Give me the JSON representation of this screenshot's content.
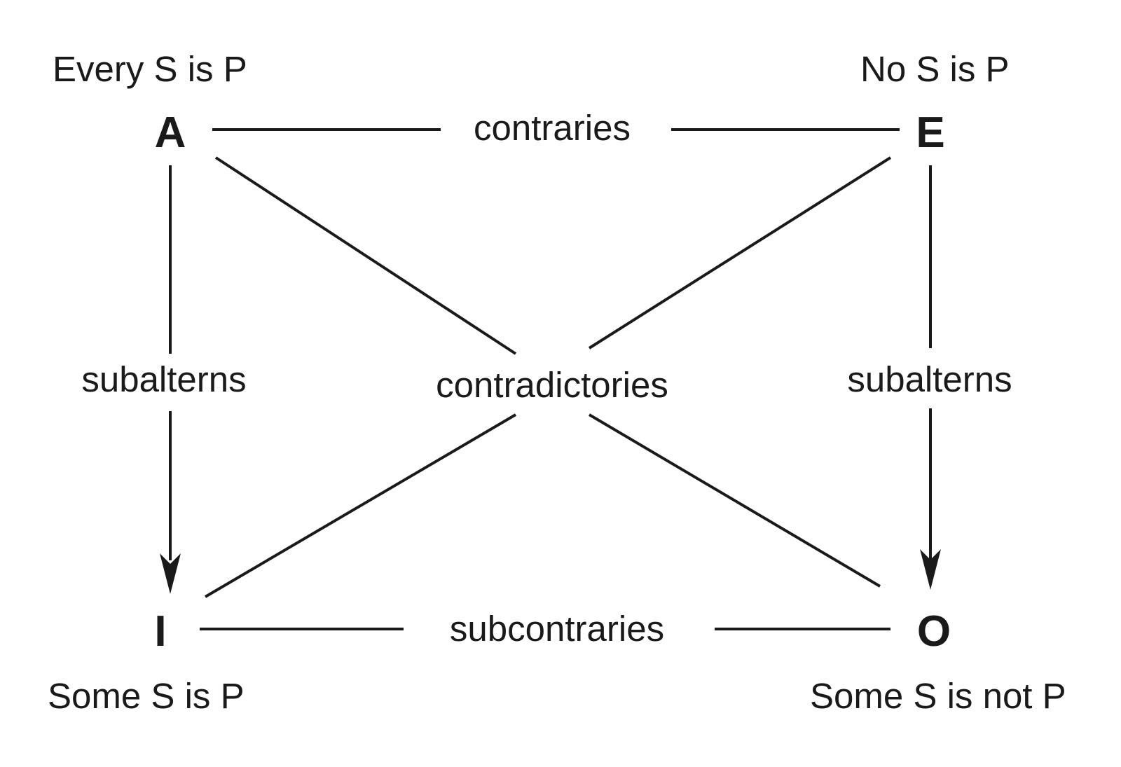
{
  "diagram": {
    "vertices": {
      "a": {
        "letter": "A",
        "statement": "Every S is P"
      },
      "e": {
        "letter": "E",
        "statement": "No S is P"
      },
      "i": {
        "letter": "I",
        "statement": "Some S is P"
      },
      "o": {
        "letter": "O",
        "statement": "Some S is not P"
      }
    },
    "relations": {
      "top": "contraries",
      "bottom": "subcontraries",
      "left": "subalterns",
      "right": "subalterns",
      "center": "contradictories"
    },
    "colors": {
      "ink": "#1a1a1a",
      "background": "#ffffff"
    }
  }
}
